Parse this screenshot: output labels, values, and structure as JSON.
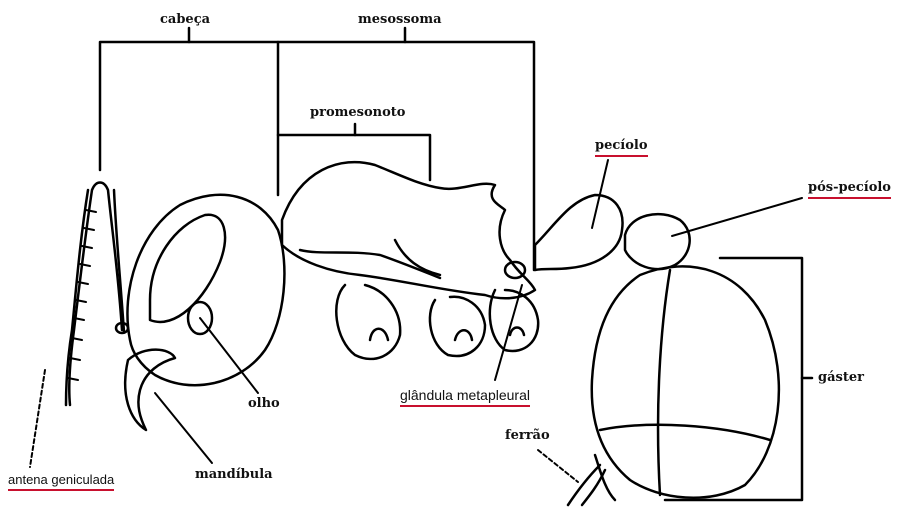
{
  "labels": {
    "cabeca": "cabeça",
    "mesossoma": "mesossoma",
    "promesonoto": "promesonoto",
    "peciolo": "pecíolo",
    "pos_peciolo": "pós-pecíolo",
    "gaster": "gáster",
    "glandula": "glândula metapleural",
    "ferrao": "ferrão",
    "olho": "olho",
    "mandibula": "mandíbula",
    "antena": "antena geniculada"
  },
  "colors": {
    "line": "#000000",
    "underline": "#c8102e"
  }
}
